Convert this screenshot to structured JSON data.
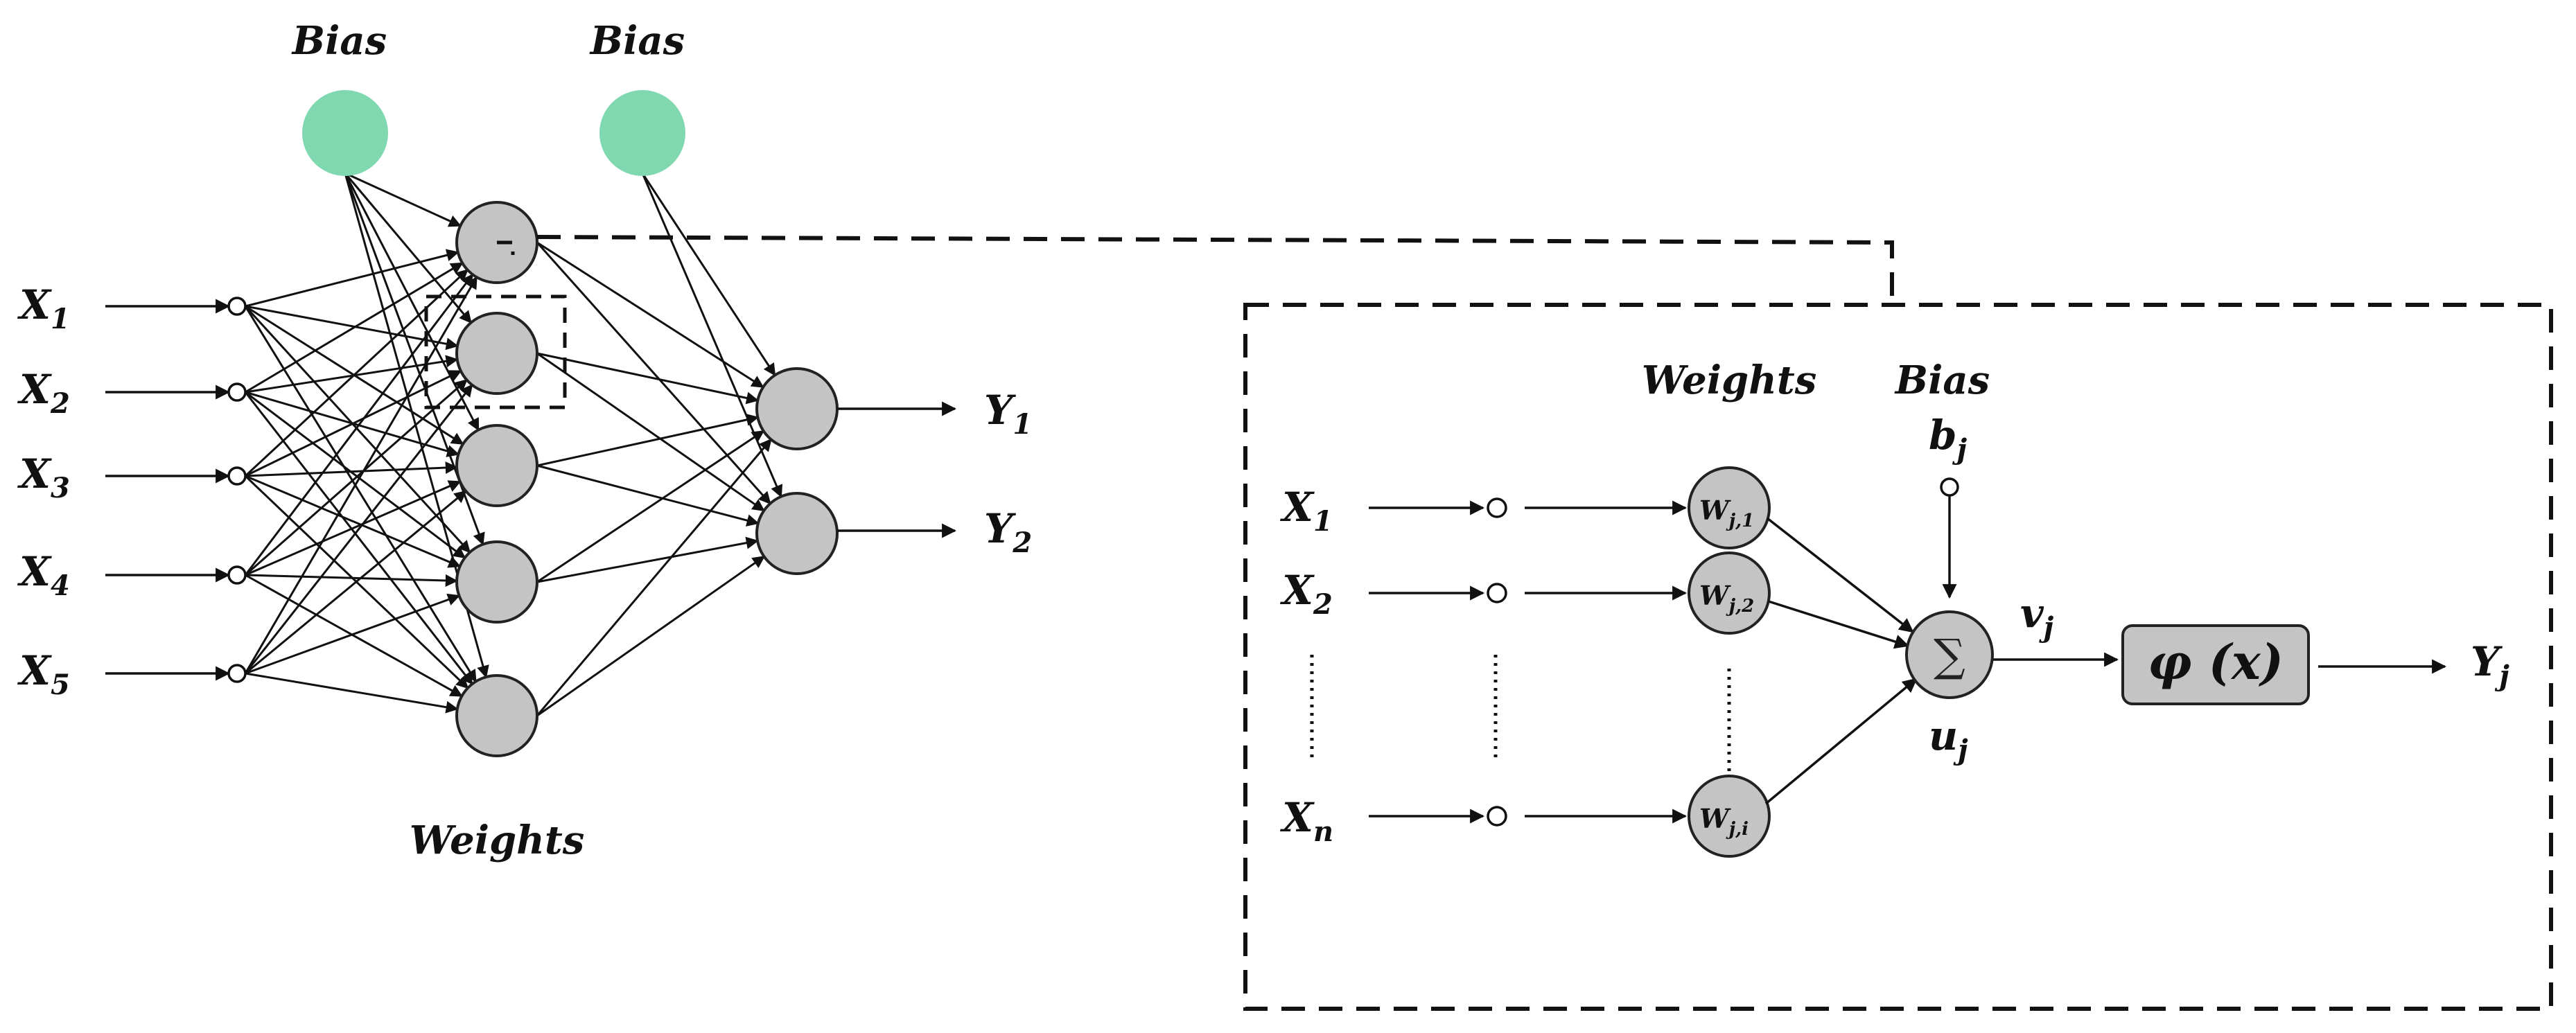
{
  "network": {
    "bias_labels": [
      "Bias",
      "Bias"
    ],
    "inputs": [
      {
        "main": "X",
        "sub": "1"
      },
      {
        "main": "X",
        "sub": "2"
      },
      {
        "main": "X",
        "sub": "3"
      },
      {
        "main": "X",
        "sub": "4"
      },
      {
        "main": "X",
        "sub": "5"
      }
    ],
    "outputs": [
      {
        "main": "Y",
        "sub": "1"
      },
      {
        "main": "Y",
        "sub": "2"
      }
    ],
    "weights_label": "Weights",
    "bias_color": "#7fd8b0",
    "node_color": "#c4c4c4"
  },
  "neuron": {
    "weights_label": "Weights",
    "bias_label": "Bias",
    "bias_symbol": {
      "main": "b",
      "sub": "j"
    },
    "inputs": [
      {
        "main": "X",
        "sub": "1"
      },
      {
        "main": "X",
        "sub": "2"
      },
      {
        "main": "X",
        "sub": "n"
      }
    ],
    "weights": [
      {
        "main": "W",
        "sub": "j,1"
      },
      {
        "main": "W",
        "sub": "j,2"
      },
      {
        "main": "W",
        "sub": "j,i"
      }
    ],
    "sum_symbol": "∑",
    "sum_output": {
      "main": "v",
      "sub": "j"
    },
    "sum_under": {
      "main": "u",
      "sub": "j"
    },
    "activation": "φ (x)",
    "output": {
      "main": "Y",
      "sub": "j"
    }
  }
}
